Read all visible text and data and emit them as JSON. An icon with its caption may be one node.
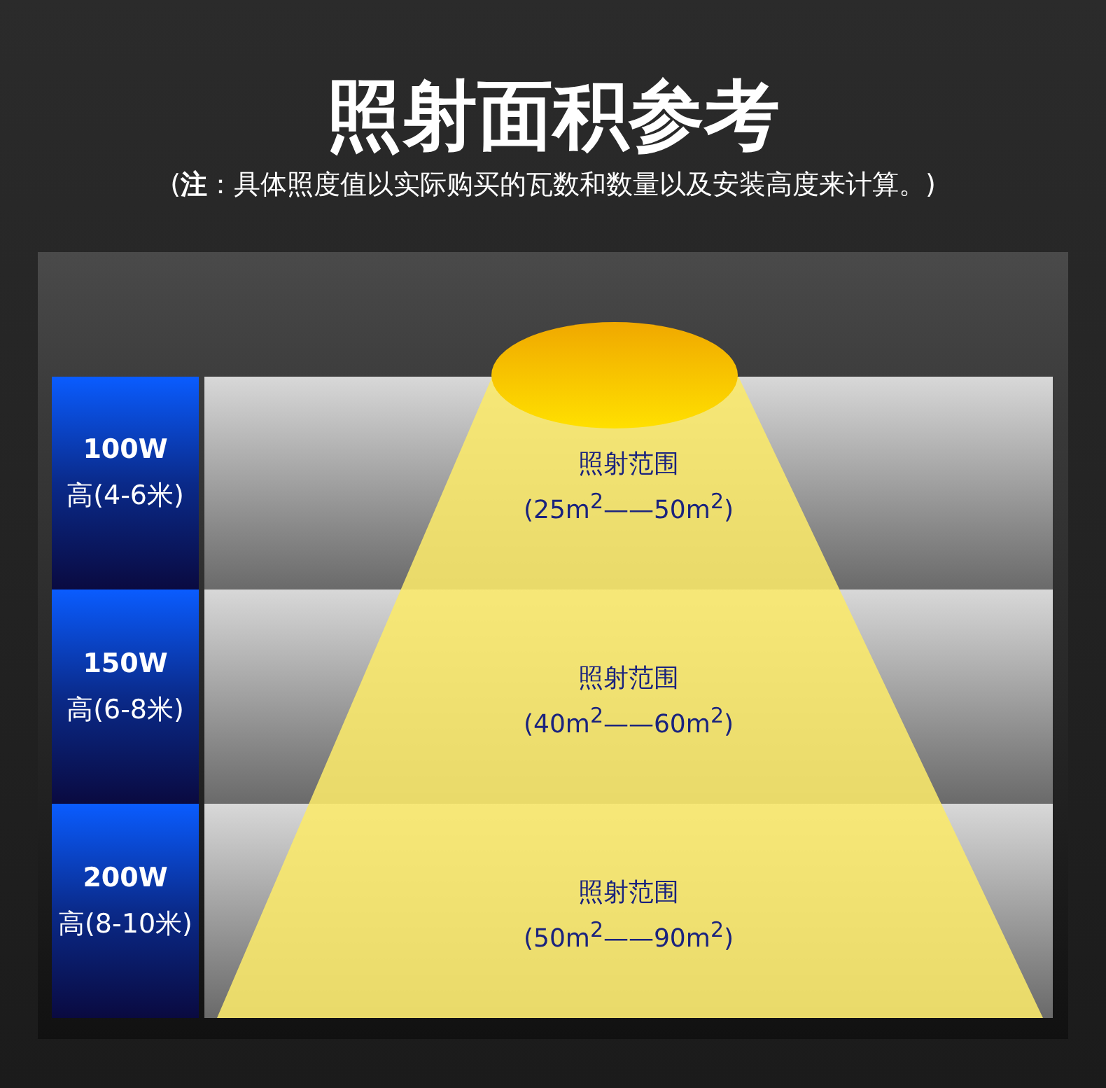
{
  "diagram": {
    "title": "照射面积参考",
    "nodes": [
      {
        "text": [
          "100W",
          "高(4-6米)"
        ]
      },
      {
        "text": [
          "照射范围",
          "(25m$^{2}$——50m$^{2}$)"
        ]
      },
      {
        "text": [
          "150W",
          "高(6-8米)"
        ]
      },
      {
        "text": [
          "照射范围",
          "(40m$^{2}$——60m$^{2}$)"
        ]
      },
      {
        "text": [
          "200W",
          "高(8-10米)"
        ]
      },
      {
        "text": [
          "照射范围",
          "(50m$^{2}$——90m$^{2}$)"
        ]
      }
    ],
    "labels": [
      "(**注**：具体照度值以实际购买的瓦数和数量以及安装高度来计算。)"
    ]
  }
}
